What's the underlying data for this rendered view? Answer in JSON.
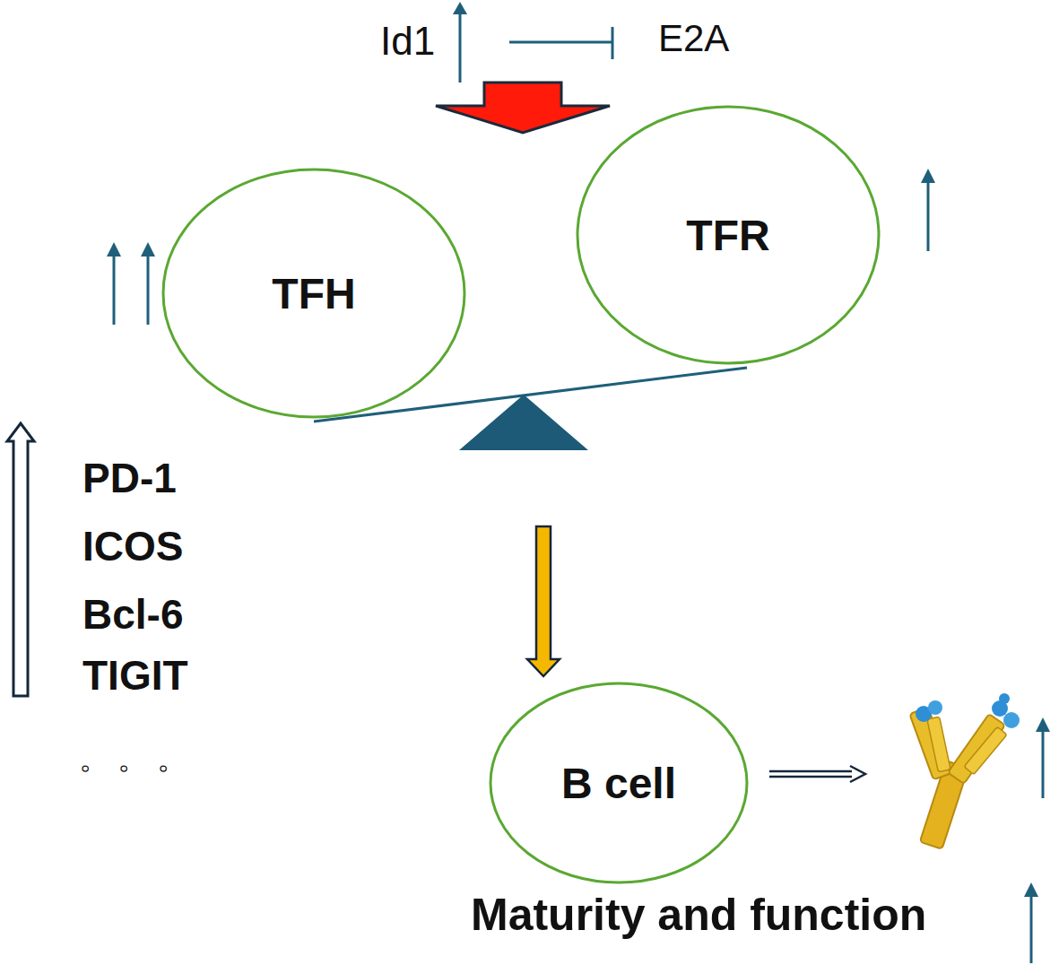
{
  "diagram": {
    "nodes": [
      {
        "text": [
          "TFH"
        ]
      },
      {
        "text": [
          "TFR"
        ]
      },
      {
        "text": [
          "B cell"
        ]
      }
    ],
    "labels": [
      "Id1",
      "E2A",
      "PD-1",
      "ICOS",
      "Bcl-6",
      "TIGIT",
      "。 。 。",
      "Maturity and function"
    ]
  }
}
